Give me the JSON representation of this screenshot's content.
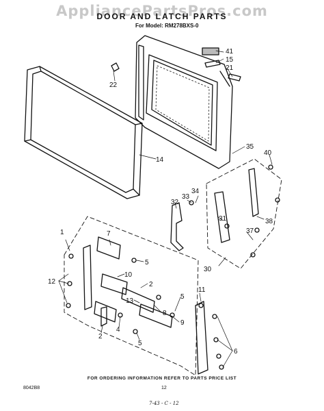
{
  "watermark": "AppliancePartsPros.com",
  "title": "DOOR AND LATCH PARTS",
  "model_line": "For Model: RM278BXS-0",
  "footnote": "FOR ORDERING INFORMATION REFER TO PARTS PRICE LIST",
  "doc_code": "8042B8",
  "page_number": "12",
  "handwritten_note": "7-43 - C - 12",
  "callouts": [
    "1",
    "2",
    "4",
    "5",
    "6",
    "7",
    "8",
    "9",
    "10",
    "11",
    "12",
    "13",
    "14",
    "15",
    "21",
    "22",
    "30",
    "31",
    "32",
    "33",
    "34",
    "35",
    "37",
    "38",
    "40",
    "41"
  ]
}
